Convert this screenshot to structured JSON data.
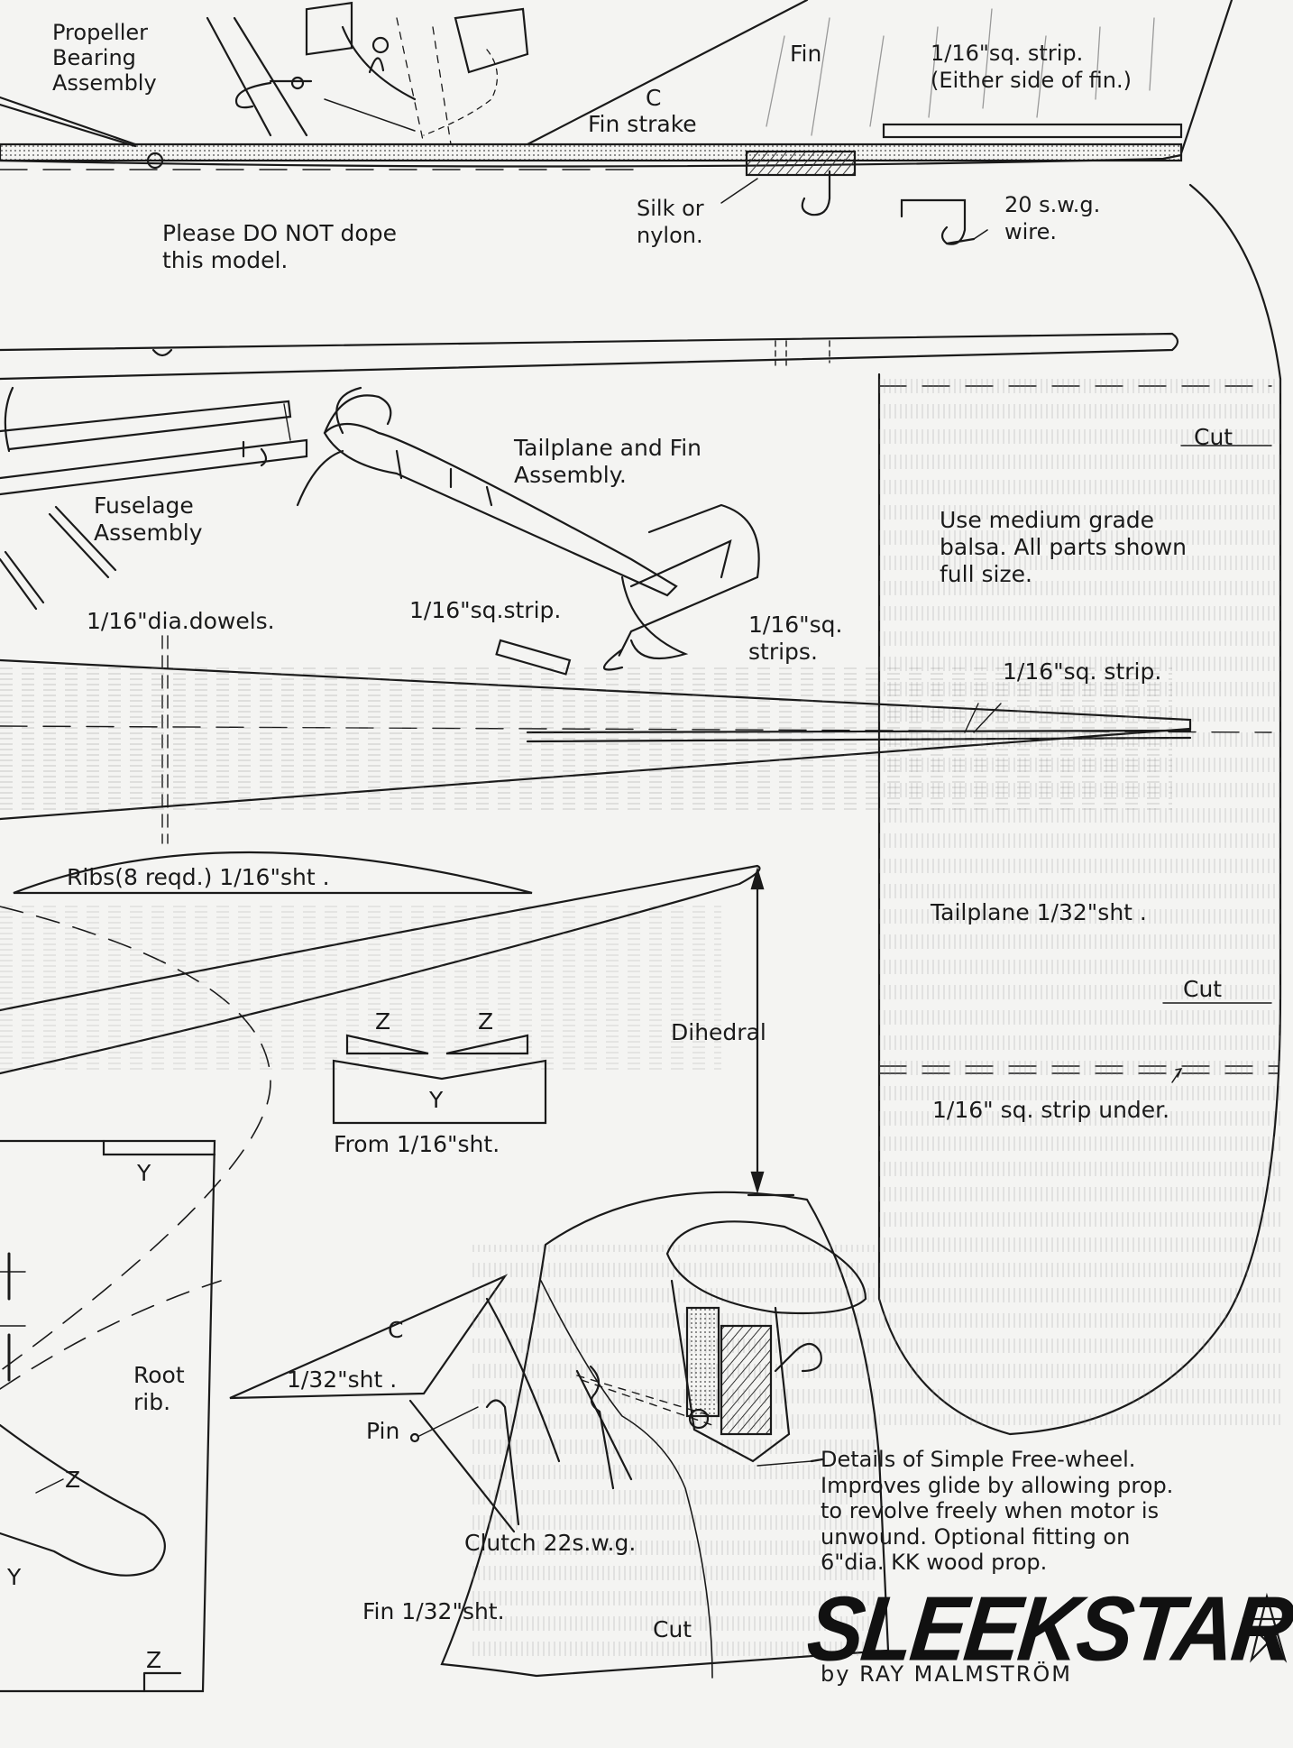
{
  "labels": {
    "propeller_bearing": "Propeller\nBearing\nAssembly",
    "fin_top": "Fin",
    "strip_either_side": "1/16\"sq. strip.\n(Either side of fin.)",
    "c_marker_top": "C",
    "fin_strake": "Fin strake",
    "silk_nylon": "Silk or\nnylon.",
    "wire": "20 s.w.g.\nwire.",
    "no_dope": "Please DO NOT dope\nthis model.",
    "cut_1": "Cut",
    "tailplane_fin_assembly": "Tailplane and Fin\nAssembly.",
    "fuselage_assembly": "Fuselage\nAssembly",
    "medium_balsa": "Use medium grade\nbalsa. All parts shown\nfull size.",
    "dowels": "1/16\"dia.dowels.",
    "sq_strip_mid": "1/16\"sq.strip.",
    "sq_strips": "1/16\"sq.\nstrips.",
    "sq_strip_right": "1/16\"sq. strip.",
    "ribs": "Ribs(8 reqd.) 1/16\"sht .",
    "tailplane": "Tailplane 1/32\"sht .",
    "cut_2": "Cut",
    "z_left": "Z",
    "z_right": "Z",
    "y_mid": "Y",
    "dihedral": "Dihedral",
    "from_sheet": "From 1/16\"sht.",
    "strip_under": "1/16\" sq. strip under.",
    "y_root_top": "Y",
    "c_marker_bottom": "C",
    "sheet_32": "1/32\"sht .",
    "root_rib": "Root\nrib.",
    "pin": "Pin",
    "z_root": "Z",
    "clutch": "Clutch 22s.w.g.",
    "free_wheel": "Details of Simple Free-wheel.\nImproves glide by allowing prop.\nto revolve freely when motor is\nunwound. Optional fitting on\n6\"dia. KK wood prop.",
    "y_root_bottom": "Y",
    "fin_sheet": "Fin 1/32\"sht.",
    "cut_3": "Cut",
    "z_root_bottom": "Z"
  },
  "title": "SLEEKSTAR",
  "byline": "by RAY   MALMSTRÖM"
}
